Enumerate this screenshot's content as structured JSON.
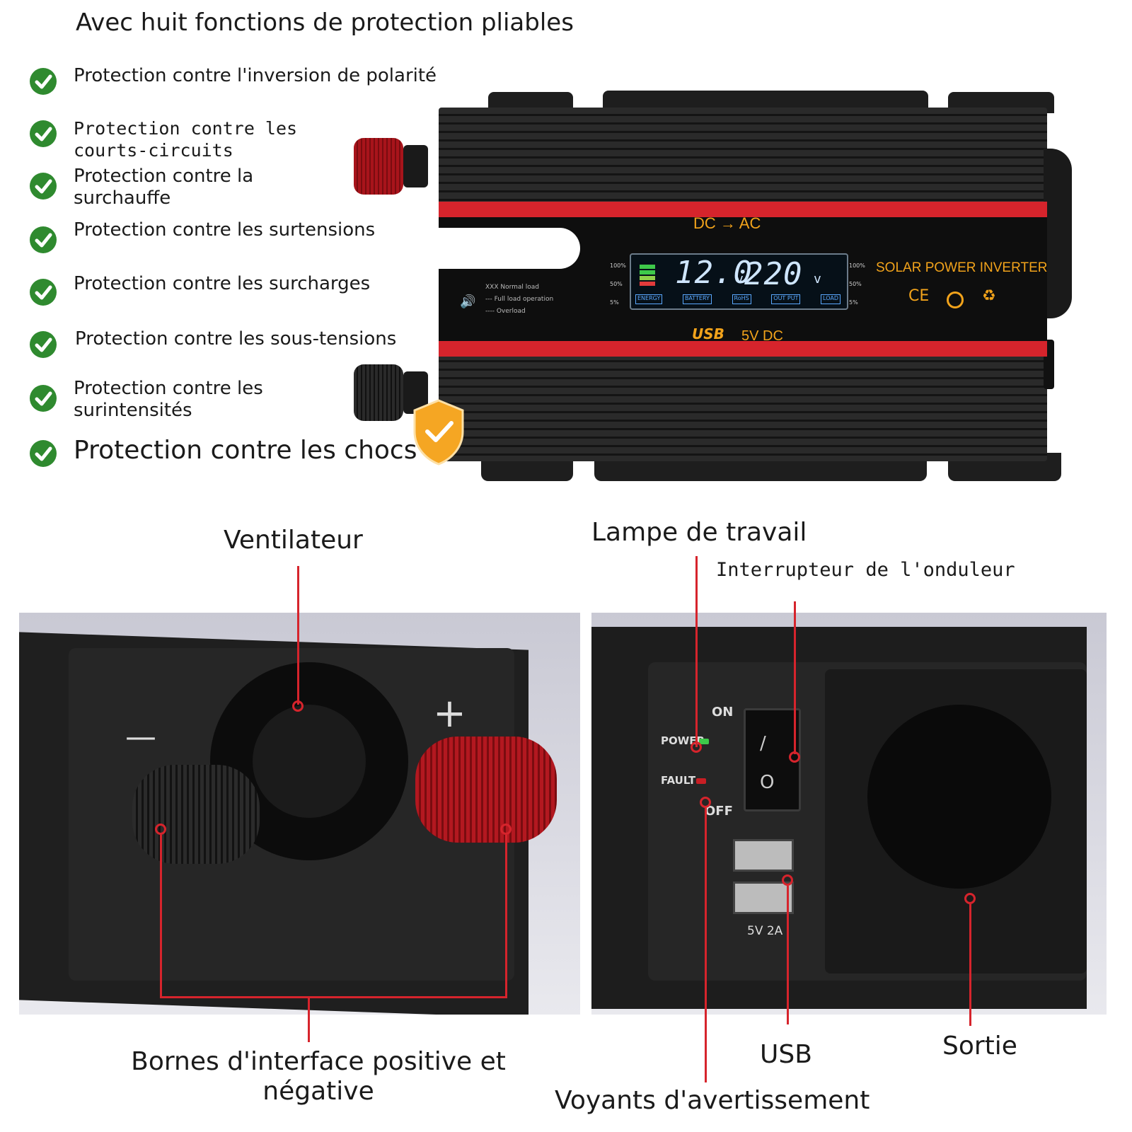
{
  "title": "Avec huit fonctions de protection pliables",
  "features": [
    {
      "label": "Protection contre l'inversion de polarité"
    },
    {
      "label": "Protection contre les courts-circuits"
    },
    {
      "label": "Protection contre la surchauffe"
    },
    {
      "label": "Protection contre les surtensions"
    },
    {
      "label": "Protection contre les surcharges"
    },
    {
      "label": "Protection contre les sous-tensions"
    },
    {
      "label": "Protection contre les surintensités"
    },
    {
      "label": "Protection contre les chocs"
    }
  ],
  "inverter": {
    "mode": "DC → AC",
    "brand": "SOLAR POWER INVERTER",
    "input_voltage": "12.0",
    "output_voltage": "220",
    "unit": "v",
    "usb_label": "USB",
    "usb_voltage": "5V DC",
    "lcd_tags": [
      "ENERGY",
      "BATTERY",
      "RoHS",
      "OUT PUT",
      "LOAD"
    ],
    "level_left": [
      "100%",
      "50%",
      "5%"
    ],
    "level_right": [
      "100%",
      "50%",
      "5%"
    ],
    "legend": [
      "XXX  Normal load",
      "---  Full load operation",
      "----  Overload"
    ],
    "certs": [
      "CE"
    ]
  },
  "left_photo": {
    "minus": "—",
    "plus": "+"
  },
  "right_photo": {
    "on": "ON",
    "off": "OFF",
    "power": "POWER",
    "fault": "FAULT",
    "usb_rating": "5V 2A",
    "switch_on": "/",
    "switch_off": "O"
  },
  "captions": {
    "fan": "Ventilateur",
    "terminals": "Bornes d'interface positive et négative",
    "work_lamp": "Lampe de travail",
    "switch": "Interrupteur de l'onduleur",
    "usb": "USB",
    "output": "Sortie",
    "warning": "Voyants d'avertissement"
  },
  "colors": {
    "accent_red": "#d6242c",
    "check_green": "#2f8a2f",
    "lcd_blue": "#5aa8ff",
    "gold": "#f2a31b"
  }
}
